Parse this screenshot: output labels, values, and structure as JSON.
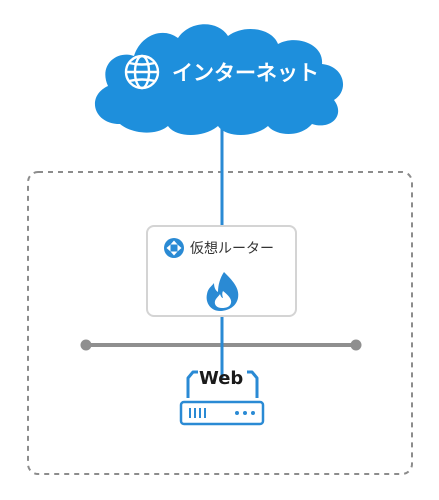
{
  "internet": {
    "label": "インターネット",
    "icon": "globe-icon",
    "color": "#1e8fdc"
  },
  "router": {
    "label": "仮想ルーター",
    "icon": "router-icon",
    "firewall_icon": "firewall-flame-icon",
    "color": "#2a8ad4"
  },
  "server": {
    "label": "Web",
    "icon": "server-icon",
    "color": "#2a8ad4"
  },
  "colors": {
    "link": "#2a8ad4",
    "switch": "#8f8f8f",
    "boundary": "#8c8c8c",
    "box_border": "#d4d4d4"
  }
}
